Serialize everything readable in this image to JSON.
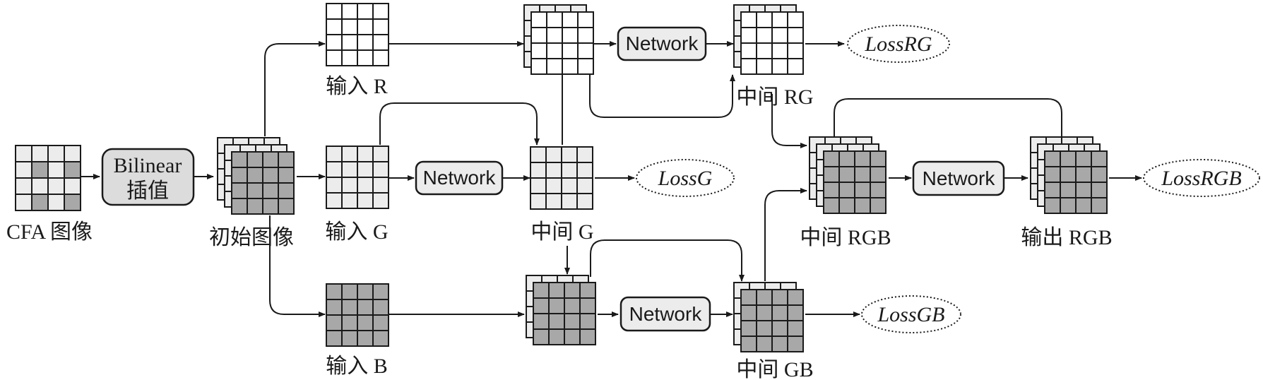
{
  "colors": {
    "white": "#ffffff",
    "light": "#ececec",
    "dark": "#a8a8a8",
    "box_fill": "#dcdcdc",
    "line": "#1a1a1a"
  },
  "labels": {
    "cfa": "CFA 图像",
    "bilinear_line1": "Bilinear",
    "bilinear_line2": "插值",
    "initial": "初始图像",
    "input_r": "输入 R",
    "input_g": "输入 G",
    "input_b": "输入 B",
    "mid_rg": "中间 RG",
    "mid_g": "中间 G",
    "mid_gb": "中间 GB",
    "mid_rgb": "中间 RGB",
    "output_rgb": "输出 RGB"
  },
  "network_label": "Network",
  "losses": {
    "rg": "LossRG",
    "g": "LossG",
    "gb": "LossGB",
    "rgb": "LossRGB"
  }
}
